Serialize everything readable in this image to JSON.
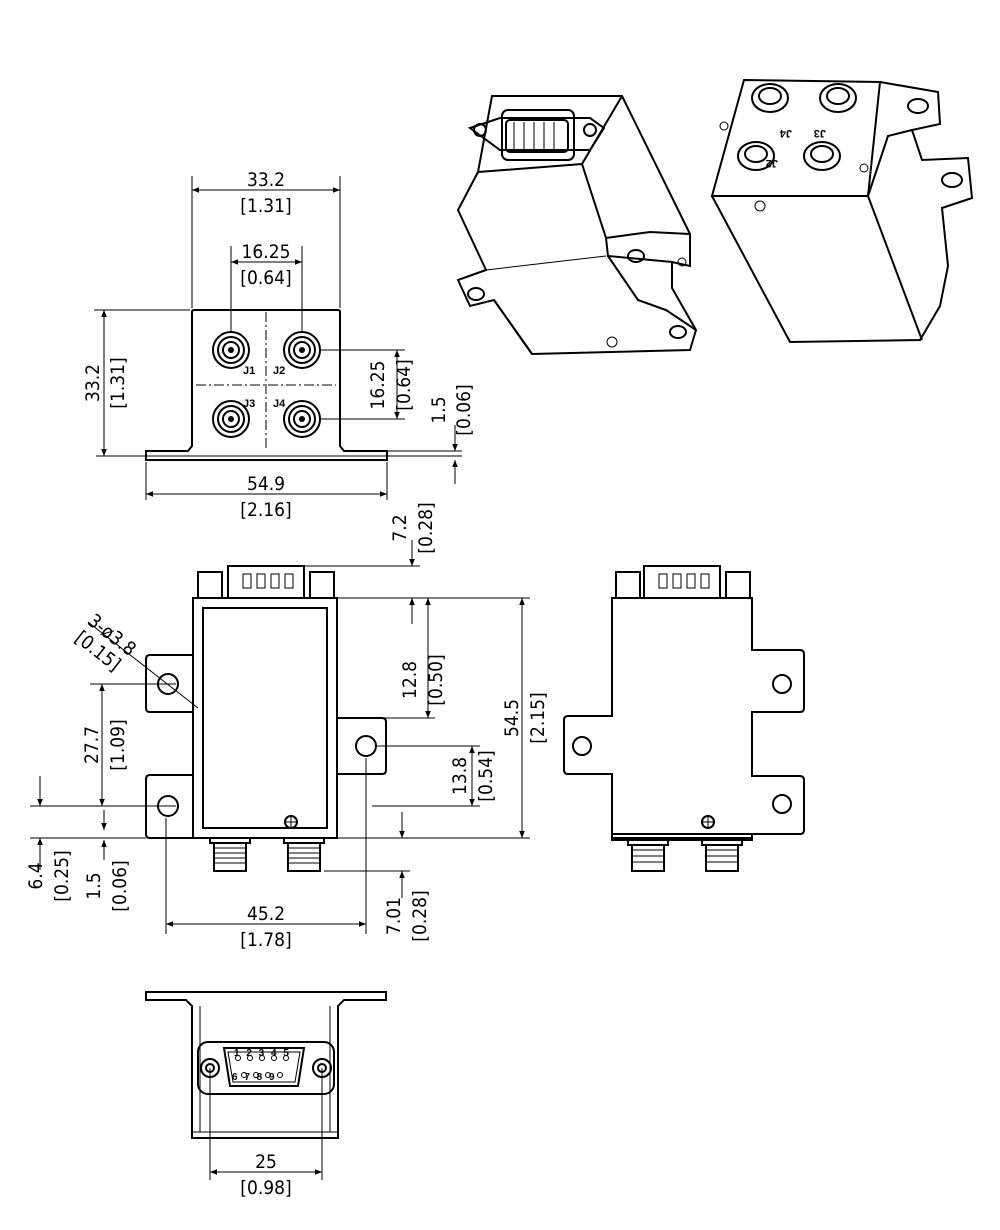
{
  "dimensions": {
    "front_width": {
      "mm": "33.2",
      "in": "[1.31]"
    },
    "connector_pitch_h": {
      "mm": "16.25",
      "in": "[0.64]"
    },
    "front_height": {
      "mm": "33.2",
      "in": "[1.31]"
    },
    "connector_pitch_v": {
      "mm": "16.25",
      "in": "[0.64]"
    },
    "flange_thickness": {
      "mm": "1.5",
      "in": "[0.06]"
    },
    "flange_width": {
      "mm": "54.9",
      "in": "[2.16]"
    },
    "dsub_height": {
      "mm": "7.2",
      "in": "[0.28]"
    },
    "mount_holes": {
      "mm": "3-ø3.8",
      "in": "[0.15]"
    },
    "hole_spacing": {
      "mm": "27.7",
      "in": "[1.09]"
    },
    "upper_hole_offset": {
      "mm": "12.8",
      "in": "[0.50]"
    },
    "body_length": {
      "mm": "54.5",
      "in": "[2.15]"
    },
    "side_hole_offset": {
      "mm": "13.8",
      "in": "[0.54]"
    },
    "bottom_offset": {
      "mm": "6.4",
      "in": "[0.25]"
    },
    "bottom_flange": {
      "mm": "1.5",
      "in": "[0.06]"
    },
    "hole_span": {
      "mm": "45.2",
      "in": "[1.78]"
    },
    "sma_length": {
      "mm": "7.01",
      "in": "[0.28]"
    },
    "dsub_span": {
      "mm": "25",
      "in": "[0.98]"
    }
  },
  "ports": {
    "j1": "J1",
    "j2": "J2",
    "j3": "J3",
    "j4": "J4"
  },
  "iso_ports": {
    "j4": "J4",
    "j3": "J3",
    "j2": "J2"
  },
  "dsub_pins": {
    "top": "1 2 3 4 5",
    "bottom": "6 7 8 9"
  }
}
